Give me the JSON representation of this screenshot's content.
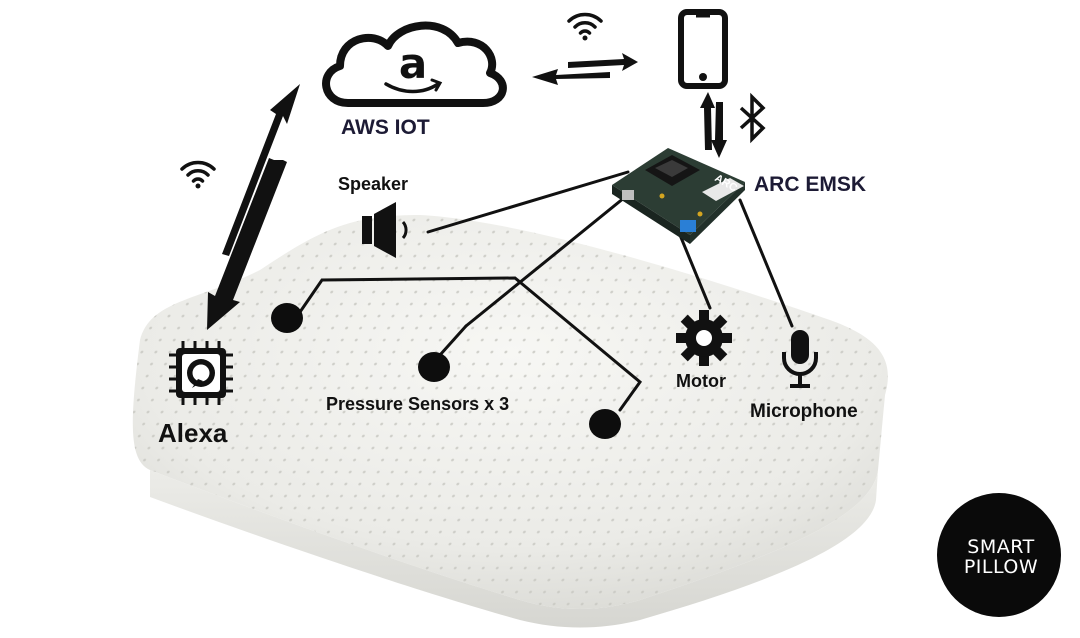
{
  "labels": {
    "aws_iot": "AWS  IOT",
    "speaker": "Speaker",
    "arc_emsk": "ARC EMSK",
    "motor": "Motor",
    "microphone": "Microphone",
    "pressure_sensors": "Pressure Sensors x 3",
    "alexa": "Alexa"
  },
  "cloud_logo_letter": "a",
  "board_logo_text": "ARC",
  "badge": {
    "line1": "SMART",
    "line2": "PILLOW"
  },
  "colors": {
    "ink": "#111111",
    "label_dark": "#1d1b35",
    "badge_bg": "#0a0a0a",
    "pillow": "#eeeeea",
    "board": "#2a3a32"
  },
  "icons": [
    "amazon-cloud-icon",
    "smartphone-icon",
    "wifi-icon",
    "bluetooth-icon",
    "speaker-icon",
    "gear-icon",
    "microphone-icon",
    "alexa-chip-icon"
  ]
}
